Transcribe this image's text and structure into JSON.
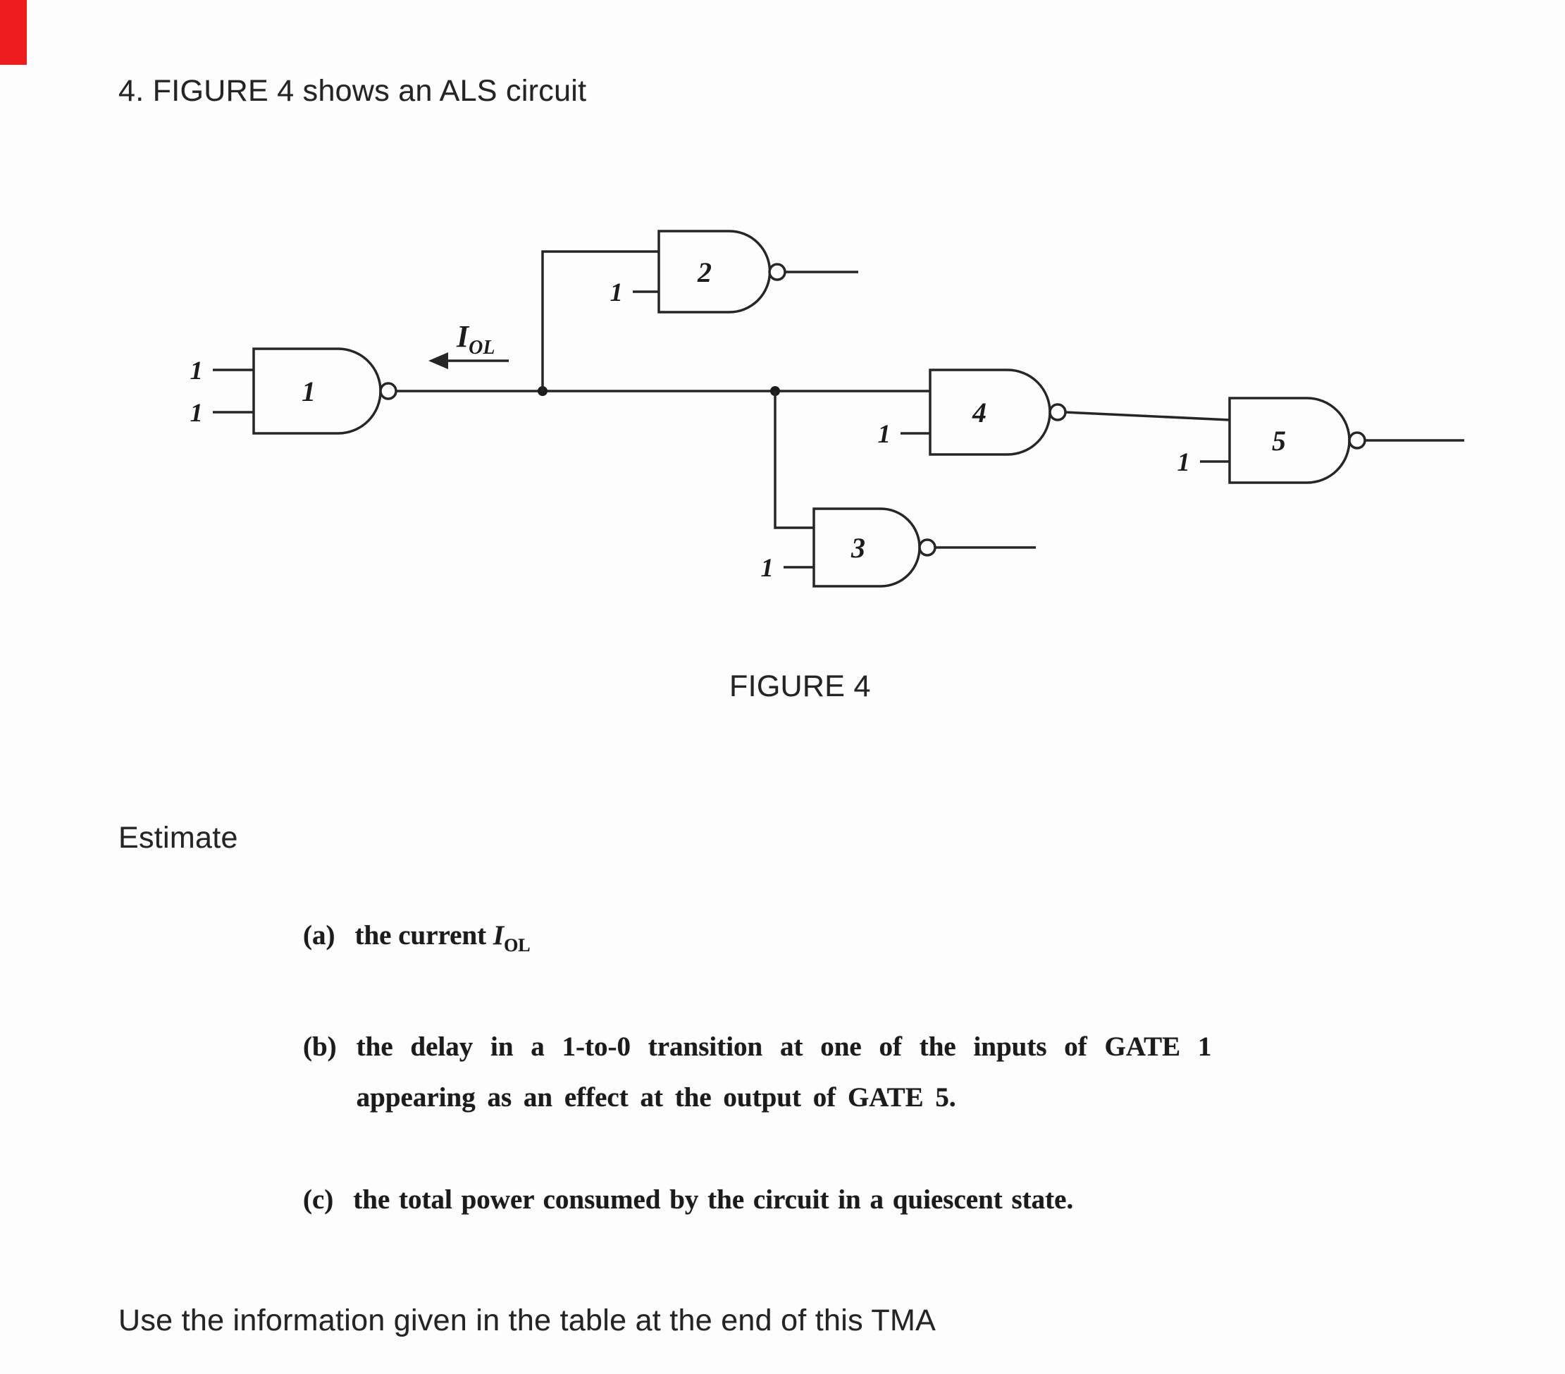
{
  "document": {
    "title": "4. FIGURE 4 shows an ALS circuit",
    "figure_caption": "FIGURE 4",
    "estimate_heading": "Estimate",
    "item_a": {
      "label": "(a)",
      "text": "the current",
      "current_symbol": "I",
      "current_subscript": "OL"
    },
    "item_b": {
      "label": "(b)",
      "line1": "the delay in a 1-to-0 transition at one of the inputs of GATE 1",
      "line2": "appearing as an effect at the output of GATE 5."
    },
    "item_c": {
      "label": "(c)",
      "text": "the total power consumed by the circuit in a quiescent state."
    },
    "footer": "Use the information given in the table at the end of this TMA"
  },
  "circuit": {
    "current_arrow": {
      "symbol": "I",
      "subscript": "OL"
    },
    "gates": [
      {
        "name": "gate-1",
        "label": "1",
        "input_labels": [
          "1",
          "1"
        ]
      },
      {
        "name": "gate-2",
        "label": "2",
        "input_labels": [
          "1"
        ]
      },
      {
        "name": "gate-3",
        "label": "3",
        "input_labels": [
          "1"
        ]
      },
      {
        "name": "gate-4",
        "label": "4",
        "input_labels": [
          "1"
        ]
      },
      {
        "name": "gate-5",
        "label": "5",
        "input_labels": [
          "1"
        ]
      }
    ],
    "colors": {
      "stroke": "#262626",
      "scan_mark_red": "#ee1c1c"
    }
  }
}
